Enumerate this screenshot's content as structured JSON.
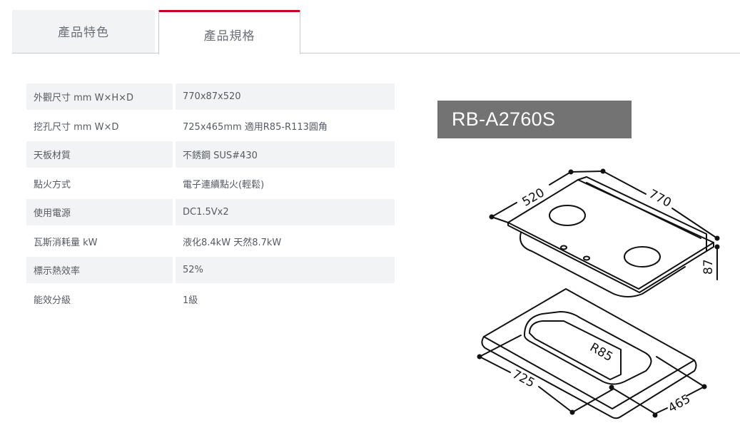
{
  "tabs": [
    {
      "label": "產品特色",
      "active": false
    },
    {
      "label": "產品規格",
      "active": true
    }
  ],
  "colors": {
    "accent": "#c8001e",
    "row_shade": "#f2f3f4",
    "text": "#555b61",
    "badge_bg": "#737373",
    "border": "#c6cbd0"
  },
  "specs": [
    {
      "label": "外觀尺寸 mm W×H×D",
      "value": "770x87x520"
    },
    {
      "label": "挖孔尺寸 mm W×D",
      "value": "725x465mm 適用R85-R113圓角"
    },
    {
      "label": "天板材質",
      "value": "不銹鋼 SUS#430"
    },
    {
      "label": "點火方式",
      "value": "電子連續點火(輕鬆)"
    },
    {
      "label": "使用電源",
      "value": "DC1.5Vx2"
    },
    {
      "label": "瓦斯消耗量 kW",
      "value": "液化8.4kW 天然8.7kW"
    },
    {
      "label": "標示熱效率",
      "value": "52%"
    },
    {
      "label": "能效分級",
      "value": "1級"
    }
  ],
  "model": {
    "name": "RB-A2760S"
  },
  "diagram": {
    "dimensions": {
      "depth": "520",
      "width": "770",
      "height": "87",
      "cutout_width": "725",
      "cutout_depth": "465",
      "corner_radius": "R85"
    }
  }
}
